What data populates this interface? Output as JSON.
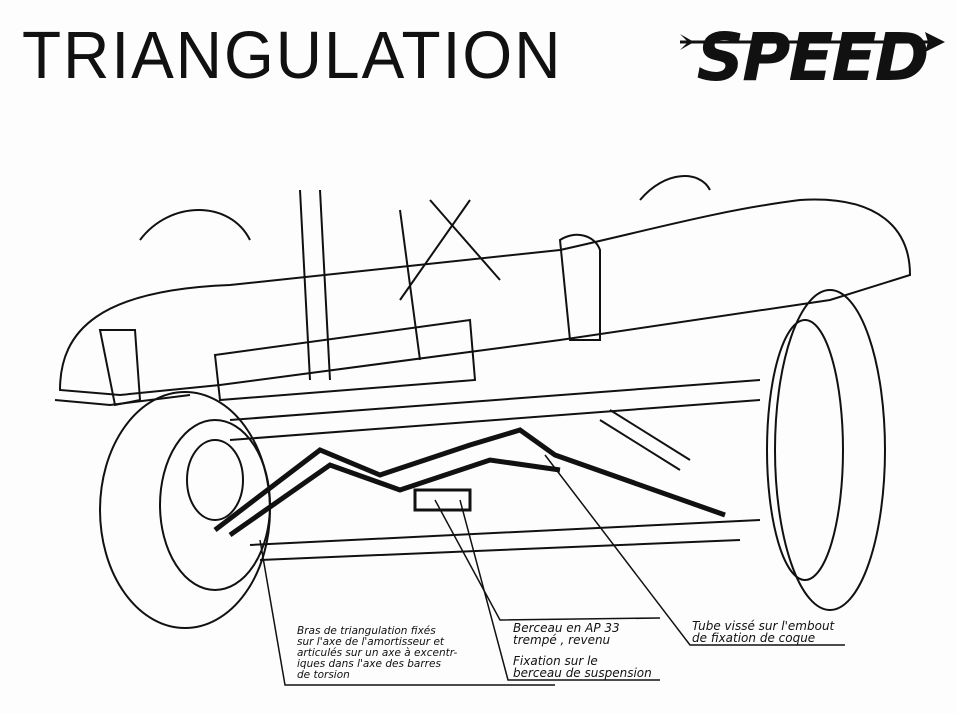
{
  "title": "TRIANGULATION",
  "logo": {
    "text": "SPEED"
  },
  "annotations": [
    {
      "lines": [
        "Bras de triangulation fixés",
        "sur l'axe de l'amortisseur et",
        "articulés sur un axe à excentr-",
        "iques dans l'axe des barres",
        "de torsion"
      ]
    },
    {
      "lines": [
        "Berceau en AP 33",
        "trempé , revenu"
      ]
    },
    {
      "lines": [
        "Fixation sur le",
        "berceau de suspension"
      ]
    },
    {
      "lines": [
        "Tube vissé sur l'embout",
        "de fixation de coque"
      ]
    }
  ],
  "colors": {
    "ink": "#111111",
    "paper": "#fdfdfd"
  }
}
